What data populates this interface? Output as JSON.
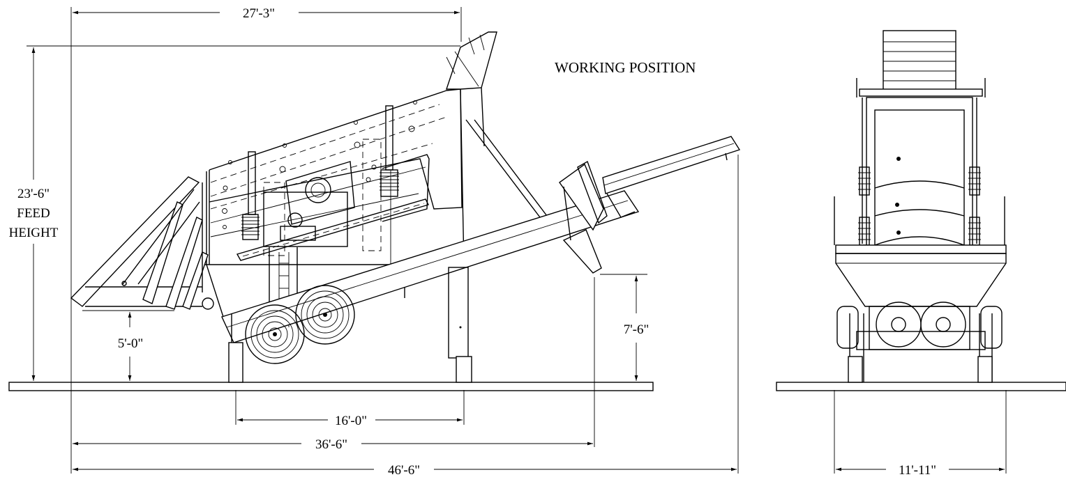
{
  "title": "WORKING POSITION",
  "dimensions": {
    "top_width": "27'-3\"",
    "feed_height_value": "23'-6\"",
    "feed_height_label_1": "FEED",
    "feed_height_label_2": "HEIGHT",
    "hopper_clearance": "5'-0\"",
    "discharge_height": "7'-6\"",
    "leg_spacing": "16'-0\"",
    "overall_length_1": "36'-6\"",
    "overall_length_2": "46'-6\"",
    "end_width": "11'-11\""
  }
}
